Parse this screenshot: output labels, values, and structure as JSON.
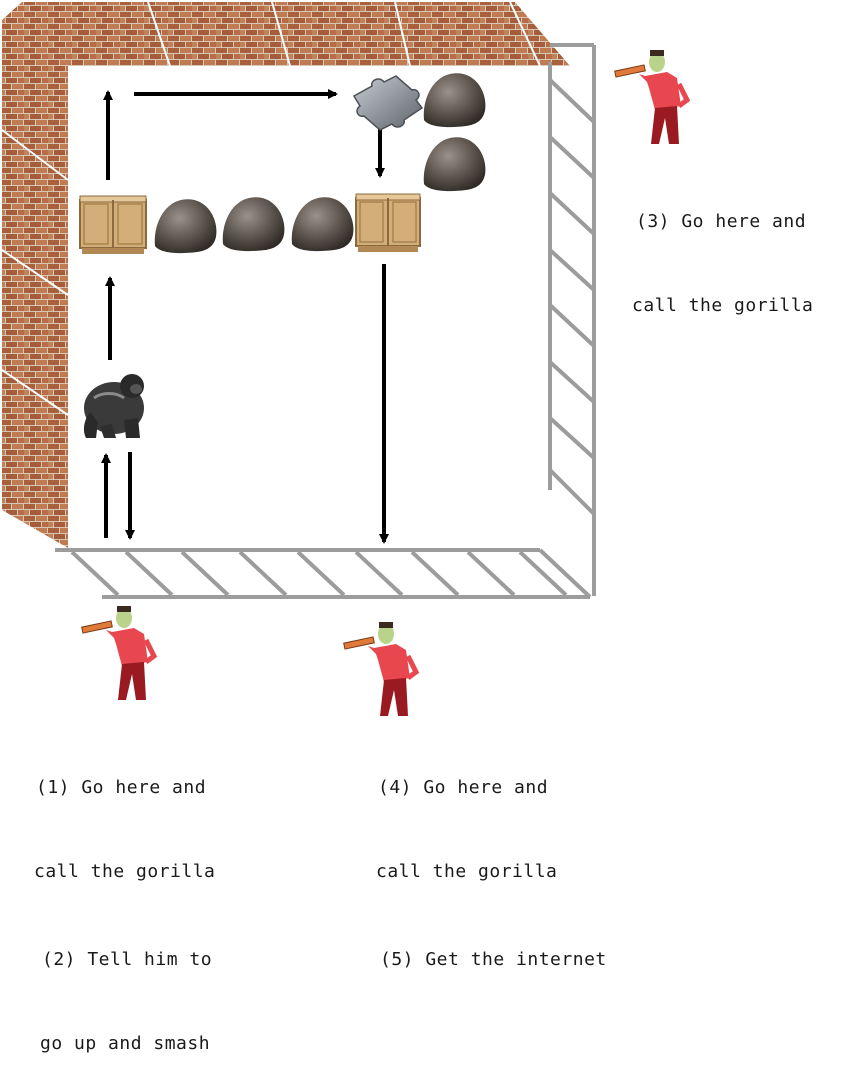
{
  "instructions": {
    "step1": "(1) Go here and",
    "step1b": "call the gorilla",
    "step2": "(2) Tell him to",
    "step2b": "go up and smash",
    "step3": "(3) Go here and",
    "step3b": "call the gorilla",
    "step4": "(4) Go here and",
    "step4b": "call the gorilla",
    "step5": "(5) Get the internet"
  },
  "colors": {
    "brick": "#b5704a",
    "mortar": "#d8c7b5",
    "rail": "#9c9c9c",
    "arrow": "#000000",
    "crate": "#c9a36e",
    "rock": "#6b6259",
    "gorilla": "#2e2e2e",
    "piece": "#8a8f96",
    "man_shirt": "#e8474f",
    "man_pants": "#9a1a22"
  },
  "icons": {
    "crate": "wooden-crate-icon",
    "rock": "rock-icon",
    "gorilla": "gorilla-icon",
    "puzzle": "puzzle-piece-icon",
    "man": "man-with-telescope-icon"
  }
}
